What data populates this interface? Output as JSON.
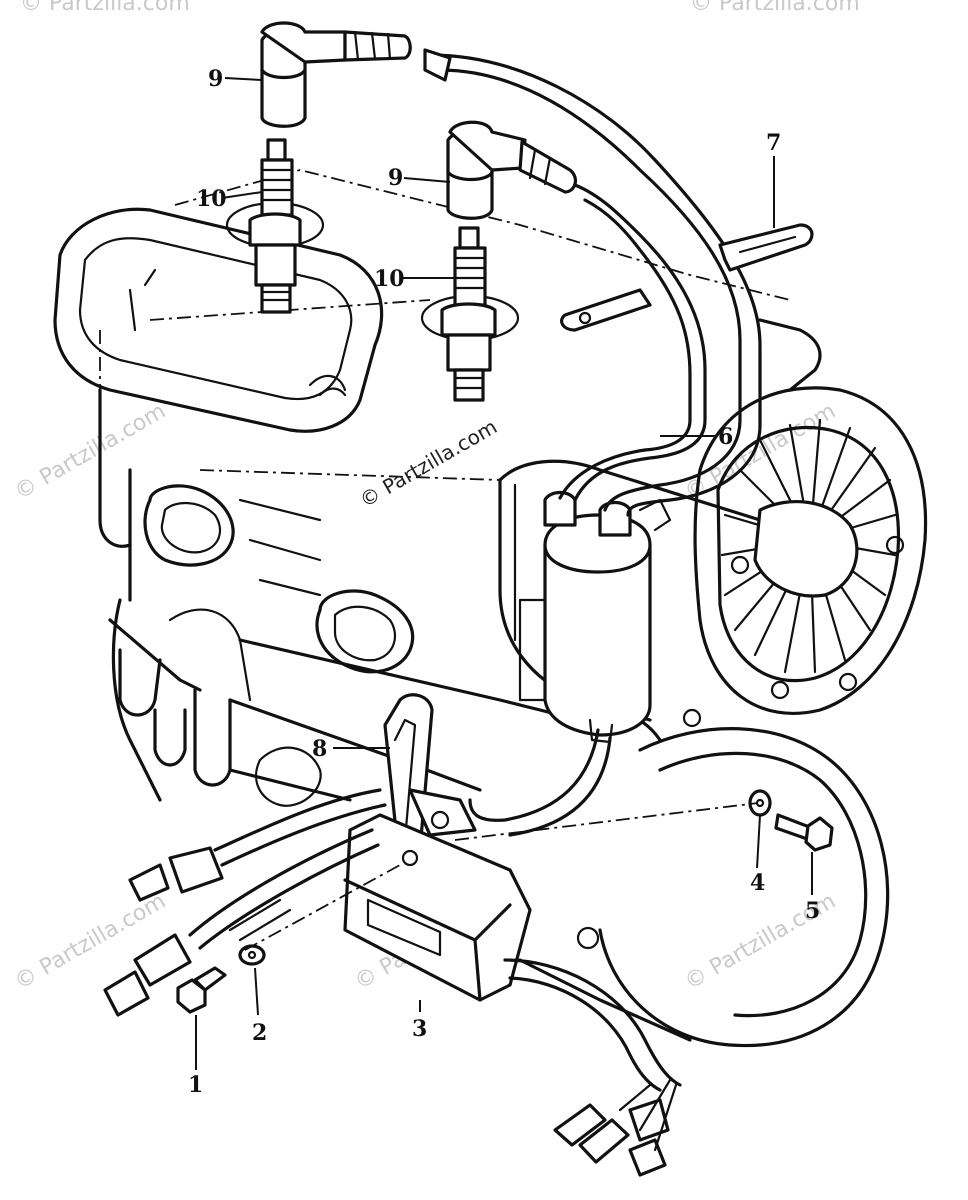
{
  "diagram": {
    "watermark_main": "© Partzilla.com",
    "watermark_faint": "© Partzilla.com",
    "callouts": {
      "c1": "1",
      "c2": "2",
      "c3": "3",
      "c4": "4",
      "c5": "5",
      "c6": "6",
      "c7": "7",
      "c8": "8",
      "c9a": "9",
      "c9b": "9",
      "c10a": "10",
      "c10b": "10"
    }
  }
}
